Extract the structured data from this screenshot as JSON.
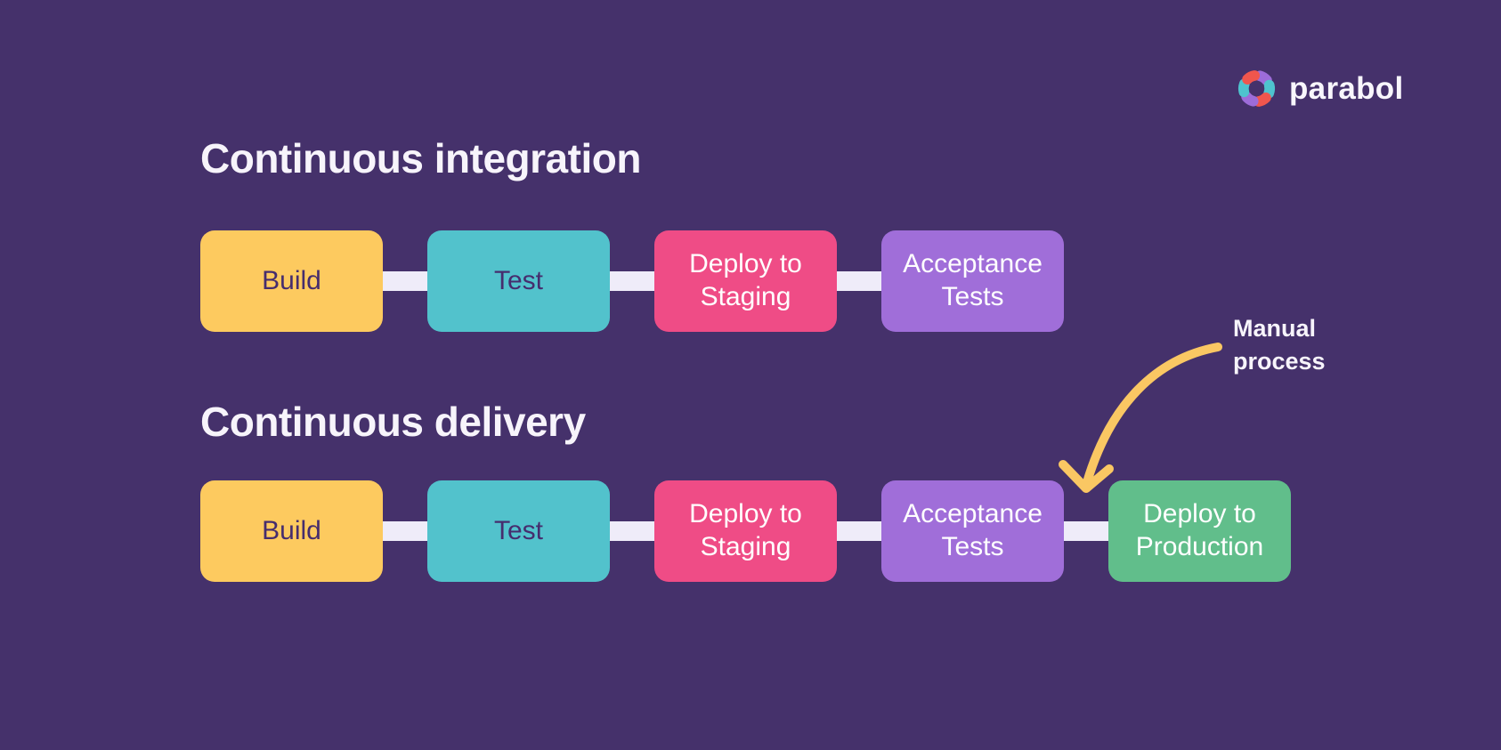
{
  "logo": {
    "text": "parabol",
    "petal_colors": [
      "#9D6CD9",
      "#4EC3CE",
      "#F0564D",
      "#9D6CD9",
      "#4EC3CE",
      "#F0564D"
    ]
  },
  "pipelines": [
    {
      "title": "Continuous integration",
      "steps": [
        {
          "label": "Build",
          "bg": "#FDCA5F",
          "fg": "#462D6E"
        },
        {
          "label": "Test",
          "bg": "#52C2CC",
          "fg": "#462D6E"
        },
        {
          "label": "Deploy to Staging",
          "bg": "#EF4C86",
          "fg": "#FFFFFF"
        },
        {
          "label": "Acceptance Tests",
          "bg": "#A06ED9",
          "fg": "#FFFFFF"
        }
      ]
    },
    {
      "title": "Continuous delivery",
      "steps": [
        {
          "label": "Build",
          "bg": "#FDCA5F",
          "fg": "#462D6E"
        },
        {
          "label": "Test",
          "bg": "#52C2CC",
          "fg": "#462D6E"
        },
        {
          "label": "Deploy to Staging",
          "bg": "#EF4C86",
          "fg": "#FFFFFF"
        },
        {
          "label": "Acceptance Tests",
          "bg": "#A06ED9",
          "fg": "#FFFFFF"
        },
        {
          "label": "Deploy to Production",
          "bg": "#61BE8B",
          "fg": "#FFFFFF"
        }
      ]
    }
  ],
  "annotation": {
    "line1": "Manual",
    "line2": "process",
    "arrow_color": "#FAC763"
  },
  "colors": {
    "background": "#45316B",
    "connector": "#EFECF9",
    "heading": "#F7F4FB"
  }
}
